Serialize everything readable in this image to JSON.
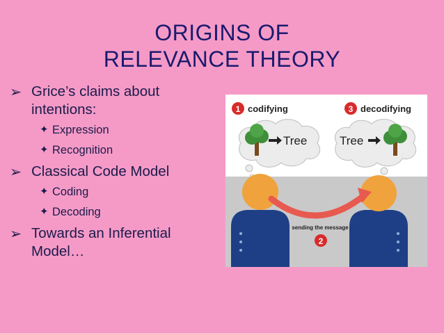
{
  "title": {
    "line1": "ORIGINS OF",
    "line2": "RELEVANCE THEORY"
  },
  "bullets": [
    {
      "text": "Grice’s claims about intentions:",
      "sub": [
        "Expression",
        "Recognition"
      ]
    },
    {
      "text": "Classical Code Model",
      "sub": [
        "Coding",
        "Decoding"
      ]
    },
    {
      "text": "Towards an Inferential Model…",
      "sub": []
    }
  ],
  "diagram": {
    "step1_number": "1",
    "step1_label": "codifying",
    "step2_number": "2",
    "step2_label": "sending the message",
    "step3_number": "3",
    "step3_label": "decodifying",
    "word_left": "Tree",
    "word_right": "Tree"
  },
  "colors": {
    "background": "#f59ac7",
    "title": "#1a1a6e",
    "badge": "#d92b2b",
    "arrow": "#e85a4f",
    "head": "#f0a23c",
    "body": "#1e3f86",
    "tree_canopy": "#3f8f3a"
  }
}
